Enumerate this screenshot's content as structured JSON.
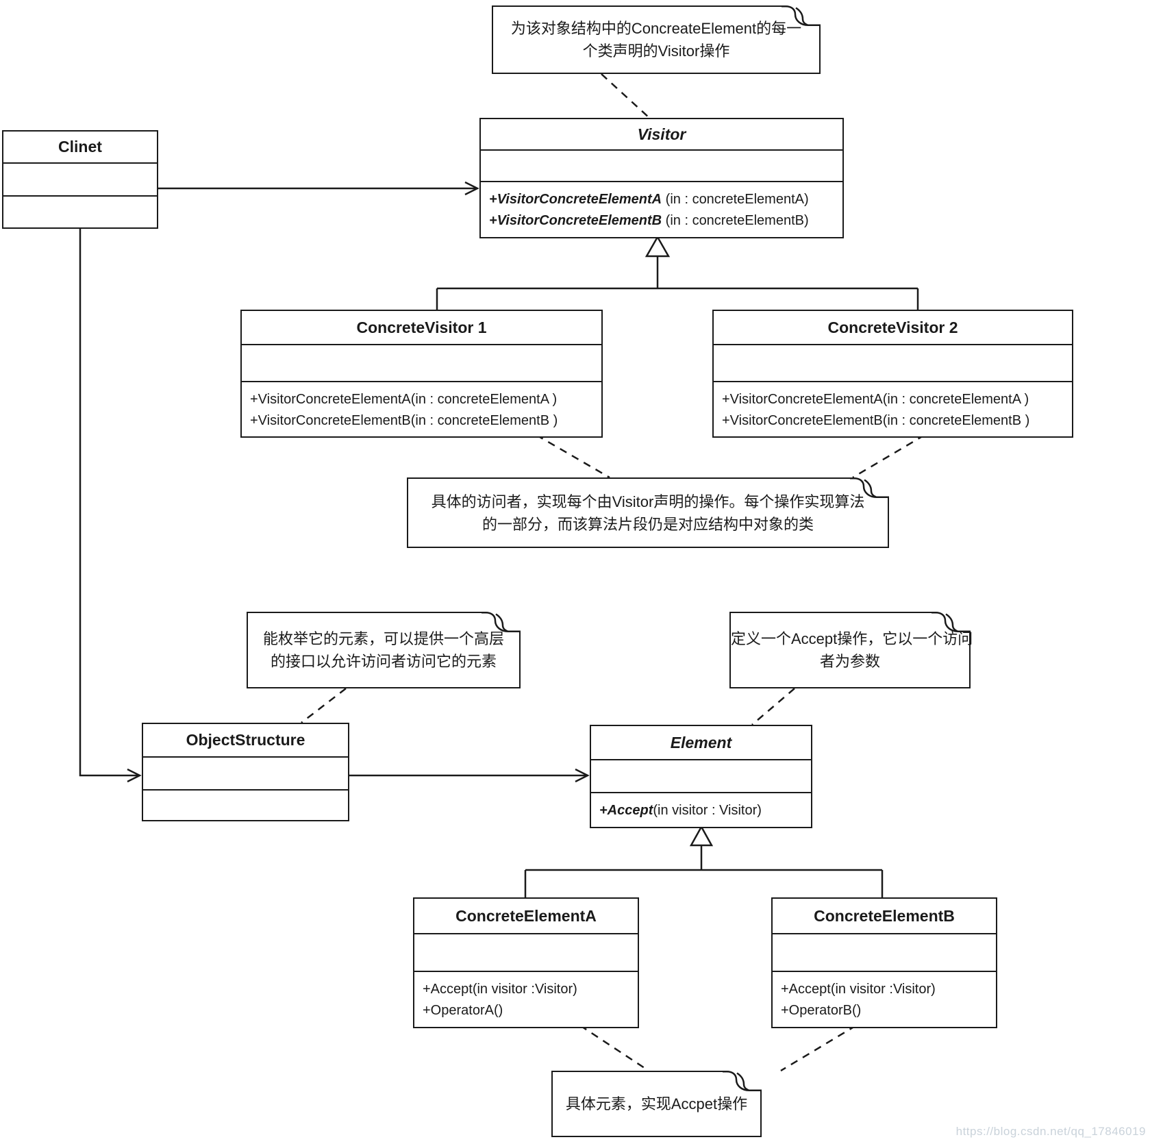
{
  "watermark": "https://blog.csdn.net/qq_17846019",
  "colors": {
    "line": "#1a1a1a",
    "background": "#ffffff",
    "watermark": "#c9d2da"
  },
  "notes": {
    "top": {
      "line1": "为该对象结构中的ConcreateElement的每一",
      "line2": "个类声明的Visitor操作"
    },
    "concrete_visitor": {
      "line1": "具体的访问者，实现每个由Visitor声明的操作。每个操作实现算法",
      "line2": "的一部分，而该算法片段仍是对应结构中对象的类"
    },
    "object_structure": {
      "line1": "能枚举它的元素，可以提供一个高层",
      "line2": "的接口以允许访问者访问它的元素"
    },
    "element": {
      "line1": "定义一个Accept操作，它以一个访问",
      "line2": "者为参数"
    },
    "concrete_element": {
      "line1": "具体元素，实现Accpet操作"
    }
  },
  "classes": {
    "client": {
      "title": "Clinet"
    },
    "visitor": {
      "title": "Visitor",
      "methods": [
        {
          "name": "+VisitorConcreteElementA",
          "sig": " (in : concreteElementA)"
        },
        {
          "name": "+VisitorConcreteElementB",
          "sig": " (in : concreteElementB)"
        }
      ]
    },
    "concrete_visitor_1": {
      "title": "ConcreteVisitor 1",
      "methods": [
        {
          "sig": "+VisitorConcreteElementA(in : concreteElementA )"
        },
        {
          "sig": "+VisitorConcreteElementB(in : concreteElementB )"
        }
      ]
    },
    "concrete_visitor_2": {
      "title": "ConcreteVisitor 2",
      "methods": [
        {
          "sig": "+VisitorConcreteElementA(in : concreteElementA )"
        },
        {
          "sig": "+VisitorConcreteElementB(in : concreteElementB )"
        }
      ]
    },
    "object_structure": {
      "title": "ObjectStructure"
    },
    "element": {
      "title": "Element",
      "methods": [
        {
          "name": "+Accept",
          "sig": "(in visitor : Visitor)"
        }
      ]
    },
    "concrete_element_a": {
      "title": "ConcreteElementA",
      "methods": [
        {
          "sig": "+Accept(in visitor :Visitor)"
        },
        {
          "sig": "+OperatorA()"
        }
      ]
    },
    "concrete_element_b": {
      "title": "ConcreteElementB",
      "methods": [
        {
          "sig": "+Accept(in visitor :Visitor)"
        },
        {
          "sig": "+OperatorB()"
        }
      ]
    }
  }
}
